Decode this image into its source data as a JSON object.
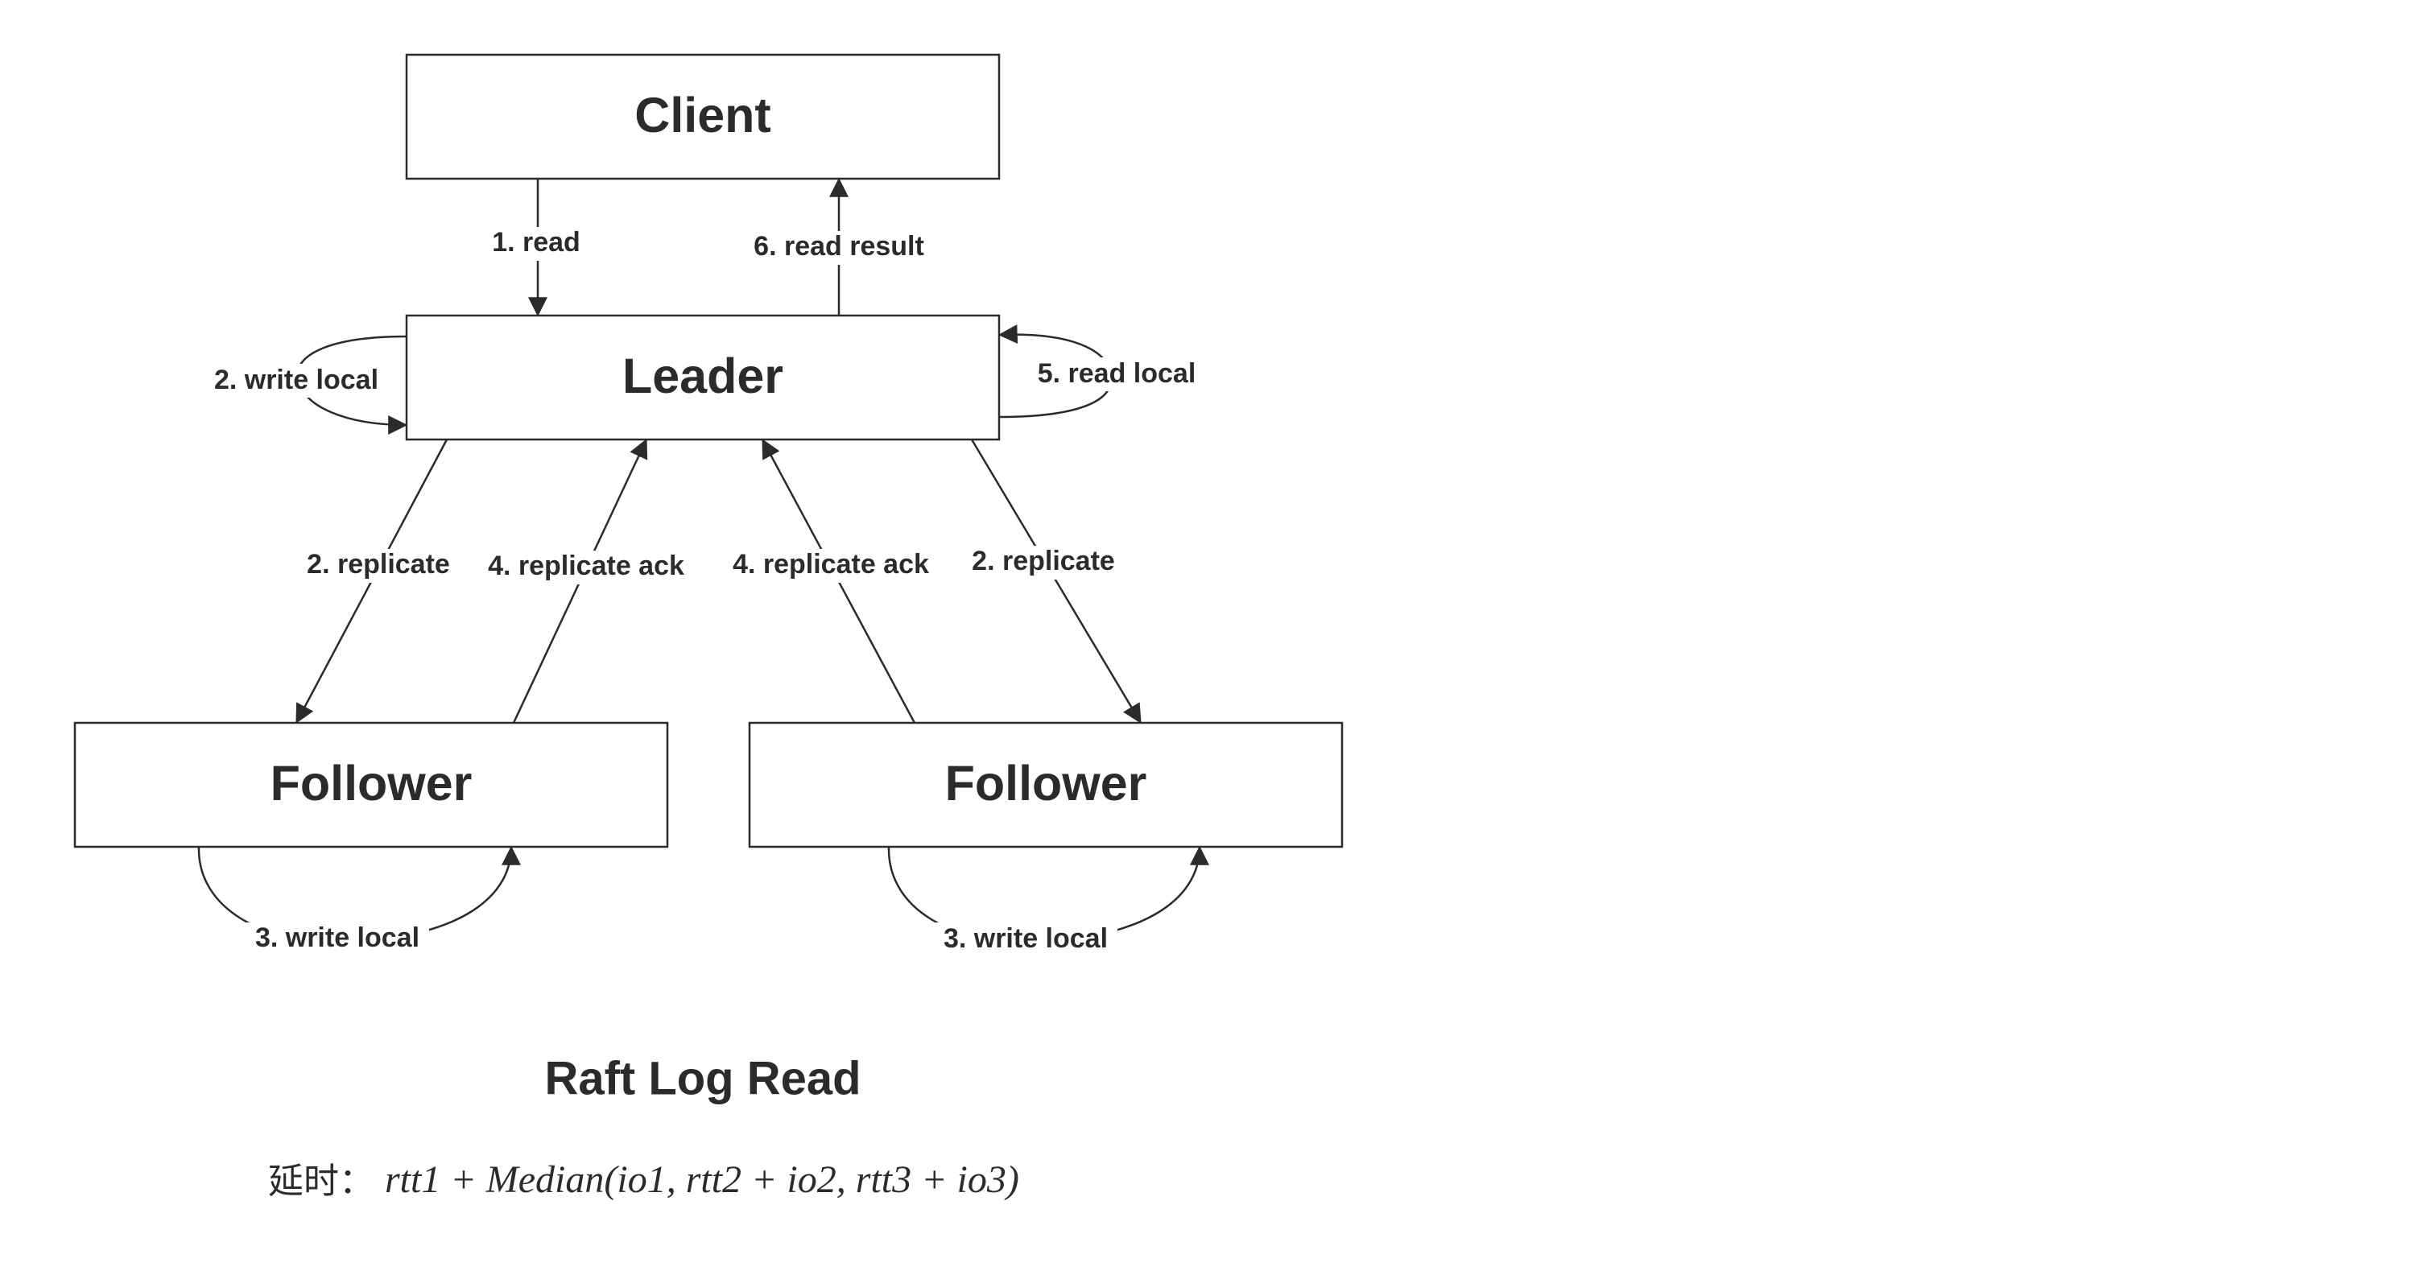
{
  "nodes": {
    "client": "Client",
    "leader": "Leader",
    "follower_left": "Follower",
    "follower_right": "Follower"
  },
  "edges": {
    "read": "1. read",
    "read_result": "6. read result",
    "leader_write_local": "2. write local",
    "leader_read_local": "5. read local",
    "replicate_left": "2. replicate",
    "replicate_ack_left": "4. replicate ack",
    "replicate_ack_right": "4. replicate ack",
    "replicate_right": "2. replicate",
    "follower_left_write_local": "3. write local",
    "follower_right_write_local": "3. write local"
  },
  "title": "Raft Log Read",
  "formula": {
    "prefix": "延时：",
    "expression": "rtt1 + Median(io1, rtt2 + io2, rtt3 + io3)"
  },
  "colors": {
    "stroke": "#2b2b2b",
    "background": "#ffffff"
  }
}
